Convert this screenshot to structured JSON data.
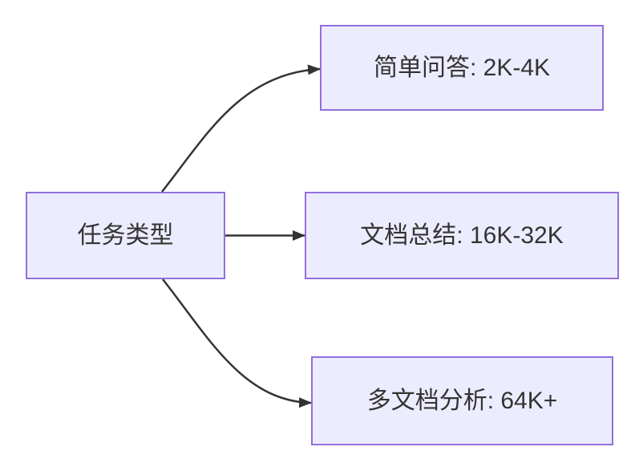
{
  "diagram": {
    "type": "flowchart",
    "direction": "left-to-right",
    "colors": {
      "bg": "#ffffff",
      "node_fill": "#ECECFF",
      "node_border": "#9370DB",
      "edge_color": "#333333",
      "text_color": "#333333"
    },
    "nodes": {
      "root": {
        "label": "任务类型"
      },
      "simple": {
        "label": "简单问答: 2K-4K"
      },
      "doc": {
        "label": "文档总结: 16K-32K"
      },
      "multi": {
        "label": "多文档分析: 64K+"
      }
    },
    "edges": [
      {
        "from": "任务类型",
        "to": "简单问答: 2K-4K"
      },
      {
        "from": "任务类型",
        "to": "文档总结: 16K-32K"
      },
      {
        "from": "任务类型",
        "to": "多文档分析: 64K+"
      }
    ]
  }
}
